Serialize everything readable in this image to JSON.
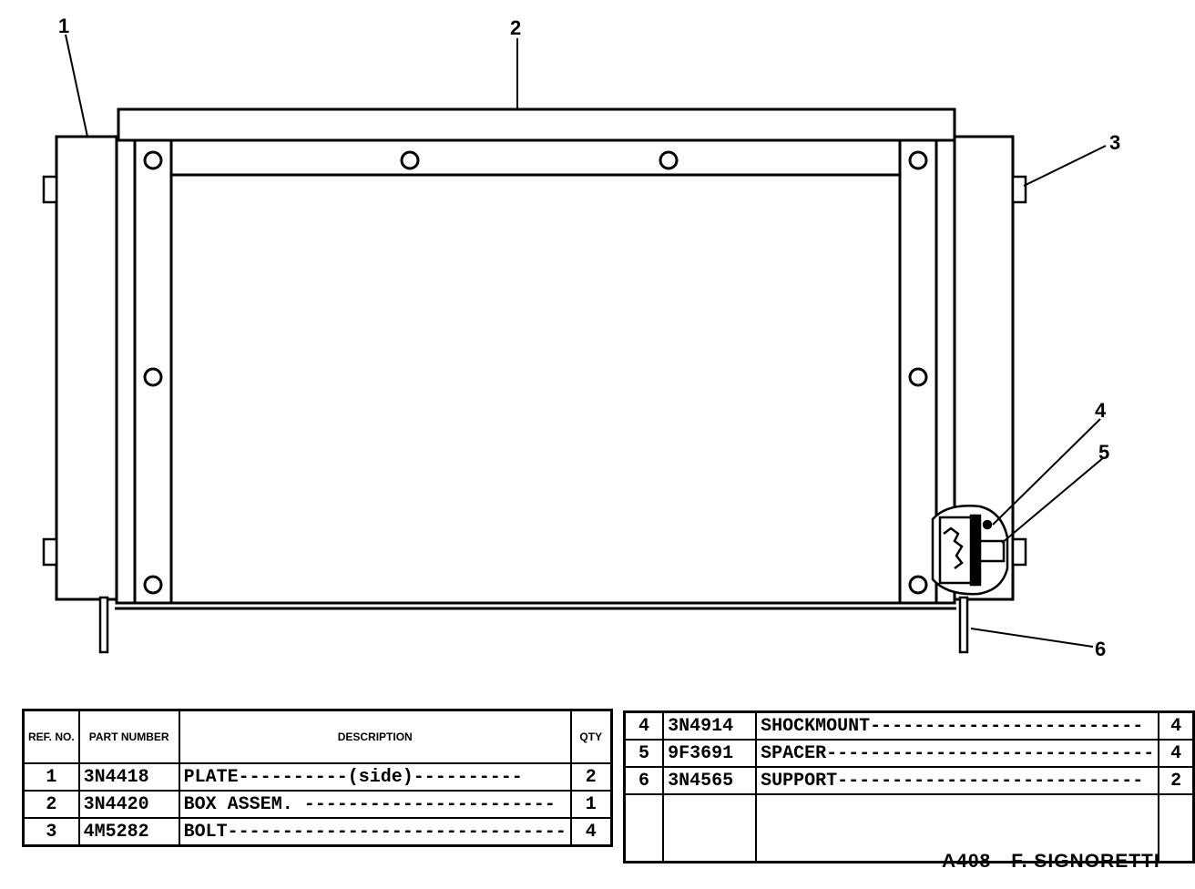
{
  "callouts": [
    "1",
    "2",
    "3",
    "4",
    "5",
    "6"
  ],
  "table_left": {
    "headers": {
      "ref": "REF. NO.",
      "part": "PART NUMBER",
      "desc": "DESCRIPTION",
      "qty": "QTY"
    },
    "rows": [
      {
        "ref": "1",
        "part": "3N4418",
        "desc": "PLATE----------(side)----------",
        "qty": "2"
      },
      {
        "ref": "2",
        "part": "3N4420",
        "desc": "BOX ASSEM. -----------------------",
        "qty": "1"
      },
      {
        "ref": "3",
        "part": "4M5282",
        "desc": "BOLT-------------------------------",
        "qty": "4"
      }
    ]
  },
  "table_right": {
    "rows": [
      {
        "ref": "4",
        "part": "3N4914",
        "desc": "SHOCKMOUNT-------------------------",
        "qty": "4"
      },
      {
        "ref": "5",
        "part": "9F3691",
        "desc": "SPACER------------------------------",
        "qty": "4"
      },
      {
        "ref": "6",
        "part": "3N4565",
        "desc": "SUPPORT----------------------------",
        "qty": "2"
      }
    ]
  },
  "footer": {
    "code": "A408",
    "author": "F. SIGNORETTI"
  }
}
